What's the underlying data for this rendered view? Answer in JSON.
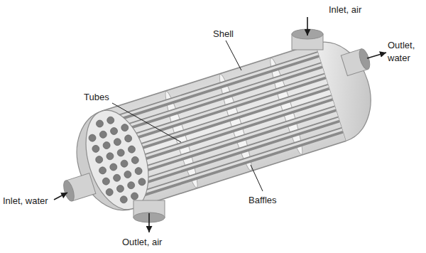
{
  "diagram": {
    "labels": [
      "Inlet, air",
      "Shell",
      "Outlet, water",
      "Tubes",
      "Baffles",
      "Inlet, water",
      "Outlet, air"
    ]
  }
}
